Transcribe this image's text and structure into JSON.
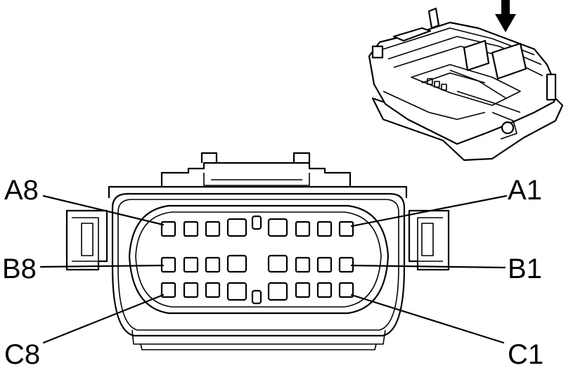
{
  "labels": {
    "a8": "A8",
    "a1": "A1",
    "b8": "B8",
    "b1": "B1",
    "c8": "C8",
    "c1": "C1"
  }
}
